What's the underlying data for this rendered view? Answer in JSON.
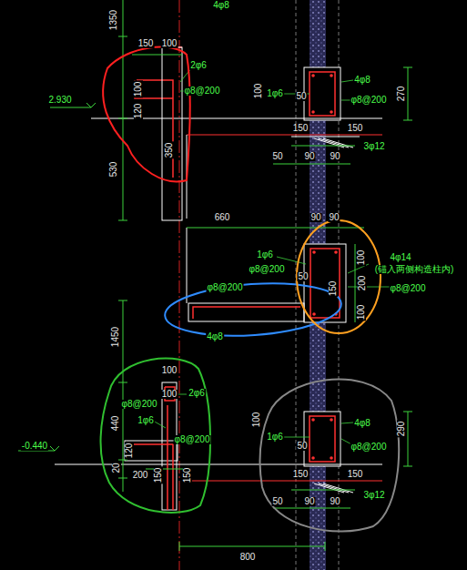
{
  "diagram": {
    "labels": [
      "4φ8",
      "1350",
      "150",
      "100",
      "2φ6",
      "100",
      "φ8@200",
      "120",
      "2.930",
      "350",
      "530",
      "100",
      "4φ8",
      "1φ6",
      "50",
      "φ8@200",
      "270",
      "150",
      "150",
      "3φ12",
      "50",
      "90",
      "90",
      "660",
      "90",
      "90",
      "1φ6",
      "φ8@200",
      "50",
      "100",
      "150",
      "200",
      "4φ14",
      "(锚入两侧构造柱内)",
      "φ8@200",
      "100",
      "φ8@200",
      "4φ8",
      "1450",
      "100",
      "2φ6",
      "100",
      "φ8@200",
      "1φ6",
      "440",
      "φ8@200",
      "-0.440",
      "120",
      "20",
      "200",
      "150",
      "150",
      "100",
      "4φ8",
      "1φ6",
      "50",
      "φ8@200",
      "290",
      "150",
      "150",
      "3φ12",
      "50",
      "90",
      "90",
      "800"
    ]
  }
}
